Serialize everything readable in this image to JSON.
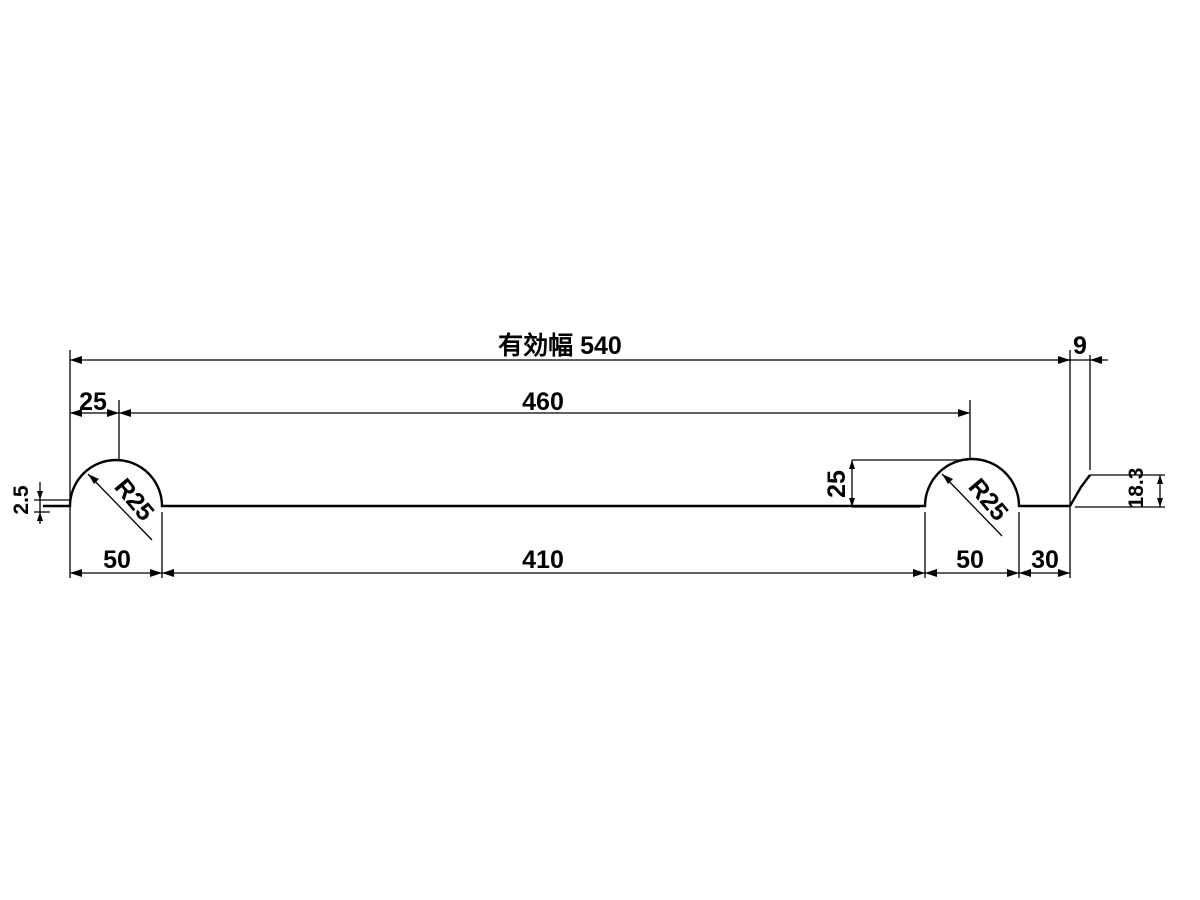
{
  "dimensions": {
    "effective_width": "有効幅 540",
    "nine": "9",
    "twenty_five_top": "25",
    "four_sixty": "460",
    "two_five": "2.5",
    "r25_left": "R25",
    "twenty_five_height": "25",
    "r25_right": "R25",
    "eighteen_three": "18.3",
    "fifty_left": "50",
    "four_ten": "410",
    "fifty_right": "50",
    "thirty": "30"
  },
  "colors": {
    "line": "#000000",
    "background": "#ffffff"
  }
}
